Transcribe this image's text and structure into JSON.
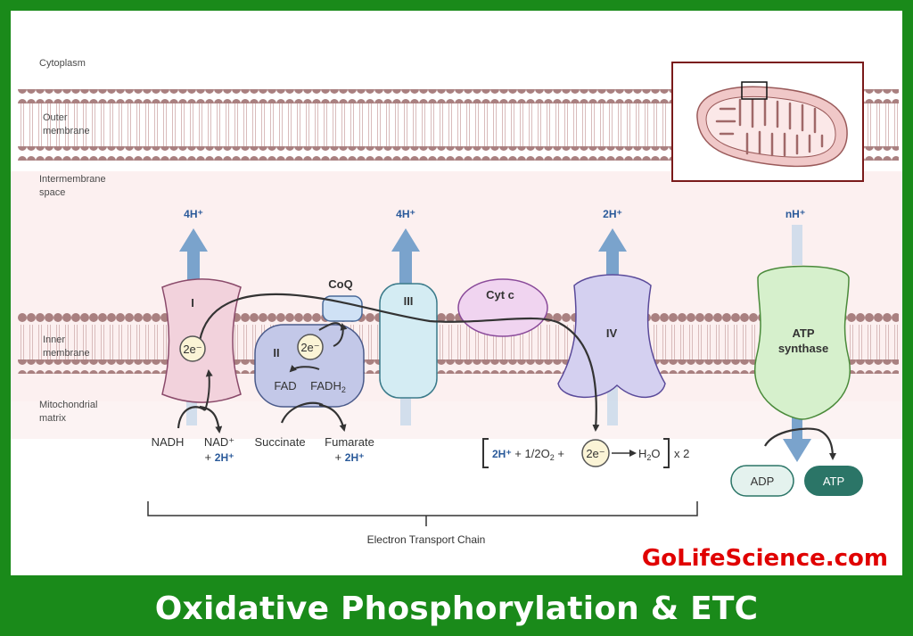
{
  "regions": {
    "cytoplasm": "Cytoplasm",
    "outer_membrane_1": "Outer",
    "outer_membrane_2": "membrane",
    "intermembrane_1": "Intermembrane",
    "intermembrane_2": "space",
    "inner_membrane_1": "Inner",
    "inner_membrane_2": "membrane",
    "matrix_1": "Mitochondrial",
    "matrix_2": "matrix"
  },
  "proton_pumps": {
    "complex_I": "4H⁺",
    "complex_III": "4H⁺",
    "complex_IV": "2H⁺",
    "atp_synthase": "nH⁺"
  },
  "complexes": {
    "I": "I",
    "II": "II",
    "III": "III",
    "IV": "IV",
    "coq": "CoQ",
    "cyt_c": "Cyt c",
    "atp_synthase_1": "ATP",
    "atp_synthase_2": "synthase"
  },
  "electrons": {
    "complex_I": "2e⁻",
    "complex_II": "2e⁻",
    "reaction": "2e⁻"
  },
  "cofactors": {
    "fad": "FAD",
    "fadh2": "FADH",
    "fadh2_sub": "2"
  },
  "substrates": {
    "nadh": "NADH",
    "nad": "NAD⁺",
    "nad_h_plus": "+",
    "nad_h": "2H⁺",
    "succinate": "Succinate",
    "fumarate": "Fumarate",
    "fumarate_h_plus": "+",
    "fumarate_h": "2H⁺"
  },
  "reaction": {
    "h": "2H⁺",
    "oxygen": " + 1/2O",
    "oxygen_sub": "2",
    "plus": "+",
    "water": "H",
    "water_sub": "2",
    "water_o": "O",
    "multiplier": "x 2"
  },
  "products": {
    "adp": "ADP",
    "atp": "ATP"
  },
  "bracket_label": "Electron Transport Chain",
  "credit": "GoLifeScience.com",
  "caption": "Oxidative Phosphorylation & ETC",
  "colors": {
    "frame_green": "#1a8a1a",
    "credit_red": "#e00000",
    "proton_blue": "#2a5a9a",
    "membrane_head": "#a98080",
    "complex_I": "#f2d2dc",
    "complex_II": "#c3c8e8",
    "complex_III": "#d4ecf3",
    "complex_IV": "#d4d0f0",
    "cyt_c": "#f0d4f0",
    "atp_synthase": "#d6f0cc",
    "atp_badge": "#2b7567"
  }
}
